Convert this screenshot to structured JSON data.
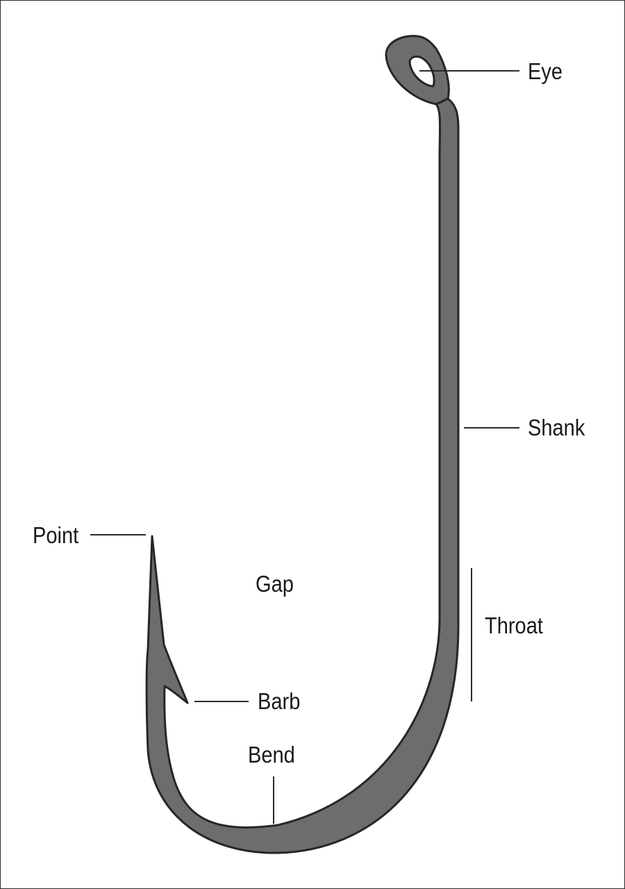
{
  "diagram": {
    "labels": {
      "eye": "Eye",
      "shank": "Shank",
      "point": "Point",
      "gap": "Gap",
      "throat": "Throat",
      "barb": "Barb",
      "bend": "Bend"
    },
    "colors": {
      "hook_fill": "#6d6d6d",
      "hook_outline": "#262626",
      "leader_line": "#2a2a2a",
      "text": "#1a1a1a",
      "background": "#ffffff"
    }
  }
}
